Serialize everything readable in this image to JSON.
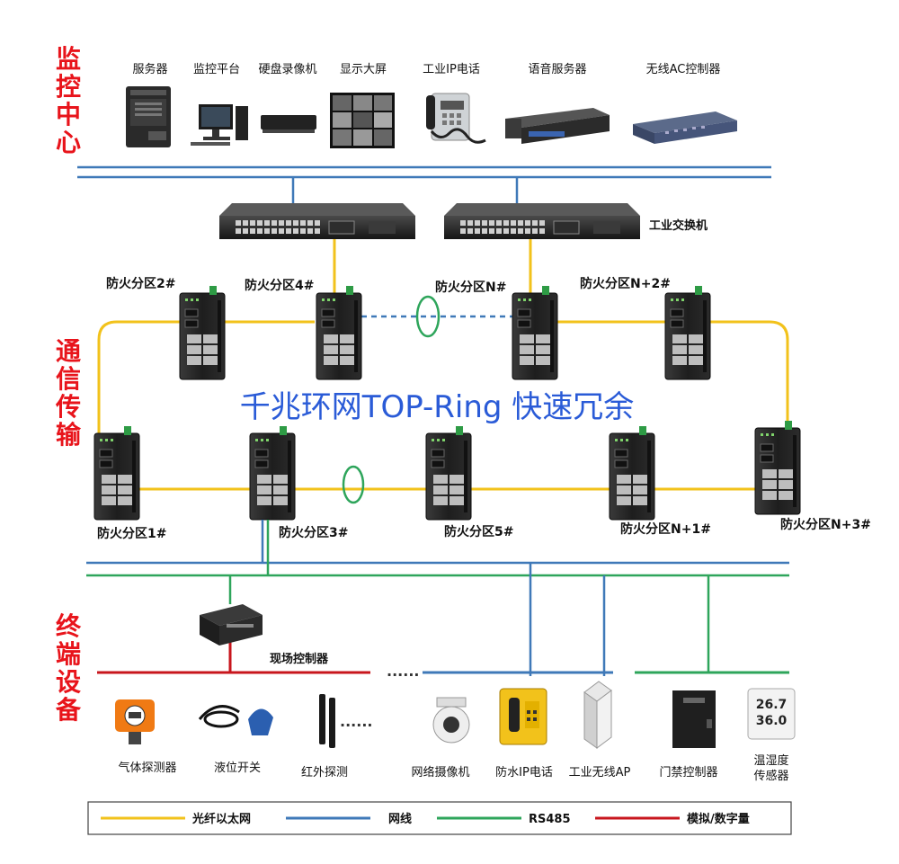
{
  "sections": {
    "monitor_center": [
      "监",
      "控",
      "中",
      "心"
    ],
    "communication": [
      "通",
      "信",
      "传",
      "输"
    ],
    "terminal": [
      "终",
      "端",
      "设",
      "备"
    ]
  },
  "center_devices": [
    "服务器",
    "监控平台",
    "硬盘录像机",
    "显示大屏",
    "工业IP电话",
    "语音服务器",
    "无线AC控制器"
  ],
  "switch_label": "工业交换机",
  "ring_title": "千兆环网TOP-Ring  快速冗余",
  "zones": {
    "z2": "防火分区2#",
    "z4": "防火分区4#",
    "zn": "防火分区N#",
    "zn2": "防火分区N+2#",
    "z1": "防火分区1#",
    "z3": "防火分区3#",
    "z5": "防火分区5#",
    "zn1": "防火分区N+1#",
    "zn3": "防火分区N+3#"
  },
  "field_controller": "现场控制器",
  "terminal_devices": [
    "气体探测器",
    "液位开关",
    "红外探测",
    "网络摄像机",
    "防水IP电话",
    "工业无线AP",
    "门禁控制器"
  ],
  "temp_sensor": [
    "温湿度",
    "传感器"
  ],
  "sensor_readings": [
    "26.7",
    "36.0"
  ],
  "dots": "......",
  "legend": [
    "光纤以太网",
    "网线",
    "RS485",
    "模拟/数字量"
  ],
  "colors": {
    "fiber": "#f2c21b",
    "cable": "#3f79b8",
    "rs485": "#2ea55b",
    "analog": "#c8161d",
    "section_text": "#e8141b",
    "title_text": "#2a5bd7"
  }
}
